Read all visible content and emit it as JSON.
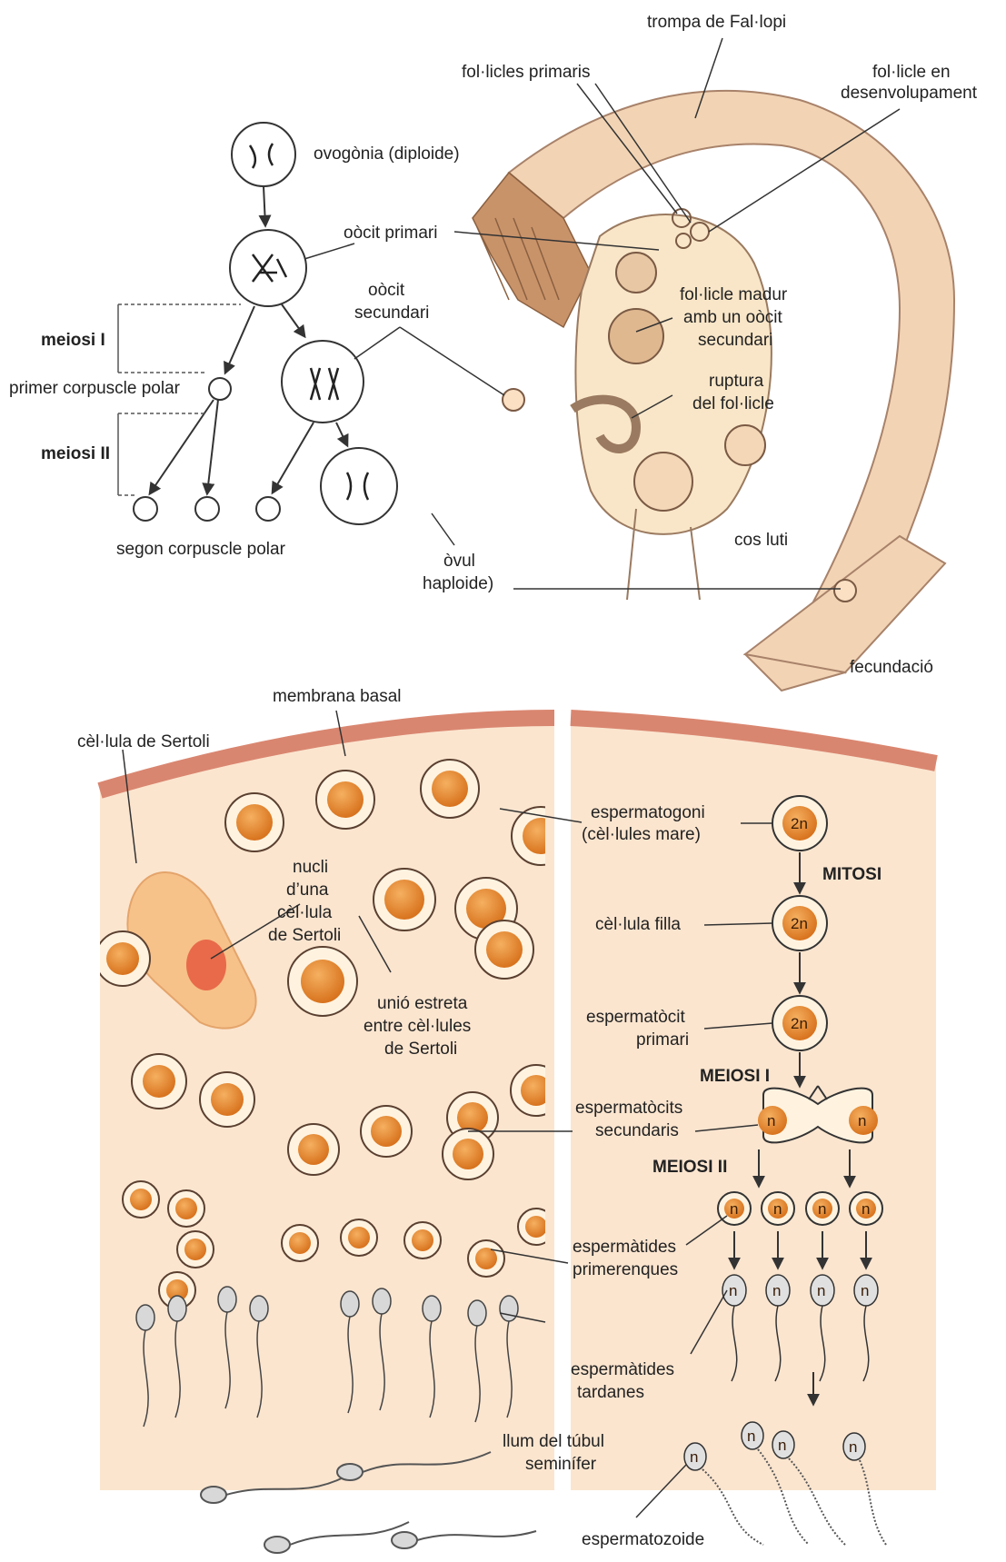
{
  "top_labels": {
    "trompa": "trompa de Fal·lopi",
    "foliclesprimaris": "fol·licles primaris",
    "folicle_dev_1": "fol·licle en",
    "folicle_dev_2": "desenvolupament",
    "ovogonia": "ovogònia (diploide)",
    "oocit_primari": "oòcit primari",
    "oocit_sec_1": "oòcit",
    "oocit_sec_2": "secundari",
    "meiosi1": "meiosi I",
    "meiosi2": "meiosi II",
    "primer_corpuscle": "primer corpuscle polar",
    "segon_corpuscle": "segon corpuscle polar",
    "ovul_1": "òvul",
    "ovul_2": "haploide)",
    "madur_1": "fol·licle madur",
    "madur_2": "amb un oòcit",
    "madur_3": "secundari",
    "ruptura_1": "ruptura",
    "ruptura_2": "del fol·licle",
    "cos_luti": "cos luti",
    "fecundacio": "fecundació"
  },
  "bottom_labels": {
    "membrana": "membrana basal",
    "sertoli": "cèl·lula de Sertoli",
    "nucli_1": "nucli",
    "nucli_2": "d’una",
    "nucli_3": "cèl·lula",
    "nucli_4": "de Sertoli",
    "unio_1": "unió estreta",
    "unio_2": "entre cèl·lules",
    "unio_3": "de Sertoli",
    "espermatogoni_1": "espermatogoni",
    "espermatogoni_2": "(cèl·lules mare)",
    "mitosi": "MITOSI",
    "filla": "cèl·lula filla",
    "espermatocit_1": "espermatòcit",
    "espermatocit_2": "primari",
    "meiosi1": "MEIOSI I",
    "secundaris_1": "espermatòcits",
    "secundaris_2": "secundaris",
    "meiosi2": "MEIOSI II",
    "primerenques_1": "espermàtides",
    "primerenques_2": "primerenques",
    "tardanes_1": "espermàtides",
    "tardanes_2": "tardanes",
    "llum_1": "llum del túbul",
    "llum_2": "seminífer",
    "espermatozoide": "espermatozoide",
    "diploid": "2n",
    "haploid": "n"
  },
  "colors": {
    "tube": "#f2d4b4",
    "tube_edge": "#b99474",
    "ovary": "#f9e6c8",
    "membrane": "#d98670",
    "tissue": "#fbe5cf",
    "nucleus": "#e08a34",
    "nucleus_light": "#f0a850",
    "sertoli_nucleus": "#e86a4a"
  }
}
